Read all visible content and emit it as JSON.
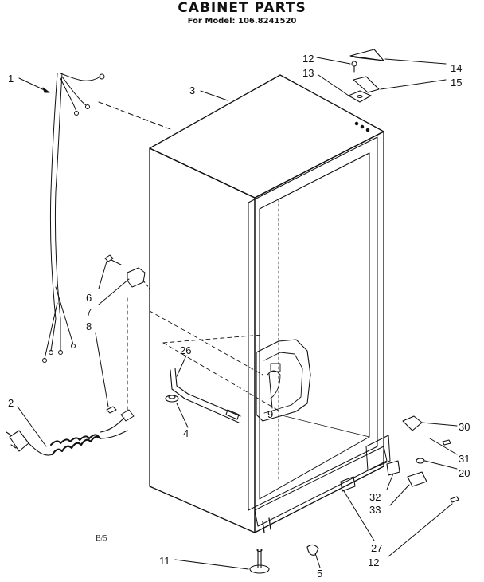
{
  "title": "CABINET PARTS",
  "subtitle": "For Model: 106.8241520",
  "footer_mark": "B/5",
  "callouts": {
    "p1": "1",
    "p2": "2",
    "p3": "3",
    "p4": "4",
    "p5": "5",
    "p6": "6",
    "p7": "7",
    "p8": "8",
    "p9": "9",
    "p11": "11",
    "p12a": "12",
    "p12b": "12",
    "p13": "13",
    "p14": "14",
    "p15": "15",
    "p20": "20",
    "p26": "26",
    "p27": "27",
    "p30": "30",
    "p31": "31",
    "p32": "32",
    "p33": "33"
  },
  "colors": {
    "ink": "#111111",
    "paper": "#ffffff"
  }
}
